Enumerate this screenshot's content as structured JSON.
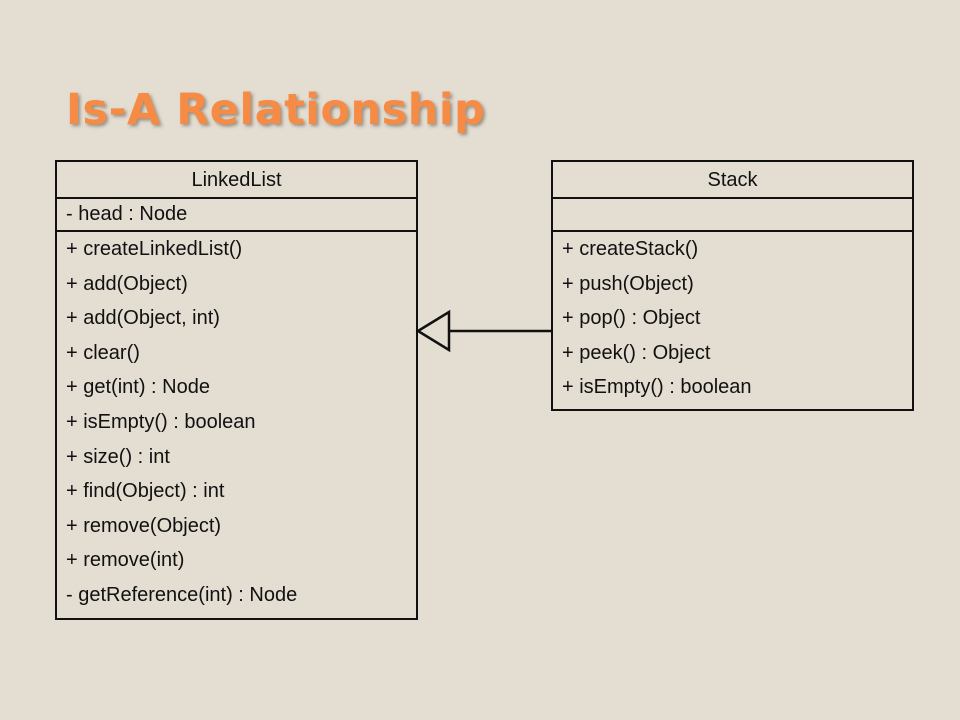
{
  "title": "Is-A Relationship",
  "classes": [
    {
      "name": "LinkedList",
      "attributes": [
        "- head : Node"
      ],
      "operations": [
        "+ createLinkedList()",
        "+ add(Object)",
        "+ add(Object, int)",
        "+ clear()",
        "+ get(int) : Node",
        "+ isEmpty() : boolean",
        "+ size() : int",
        "+ find(Object) : int",
        "+ remove(Object)",
        "+ remove(int)",
        "- getReference(int)  : Node"
      ]
    },
    {
      "name": "Stack",
      "attributes": [],
      "operations": [
        "+ createStack()",
        "+ push(Object)",
        "+ pop() : Object",
        "+ peek() : Object",
        "+ isEmpty() : boolean"
      ]
    }
  ],
  "colors": {
    "background": "#e3ddd2",
    "title": "#f58b45",
    "line": "#111111",
    "arrowhead_fill": "#e3ddd2"
  }
}
